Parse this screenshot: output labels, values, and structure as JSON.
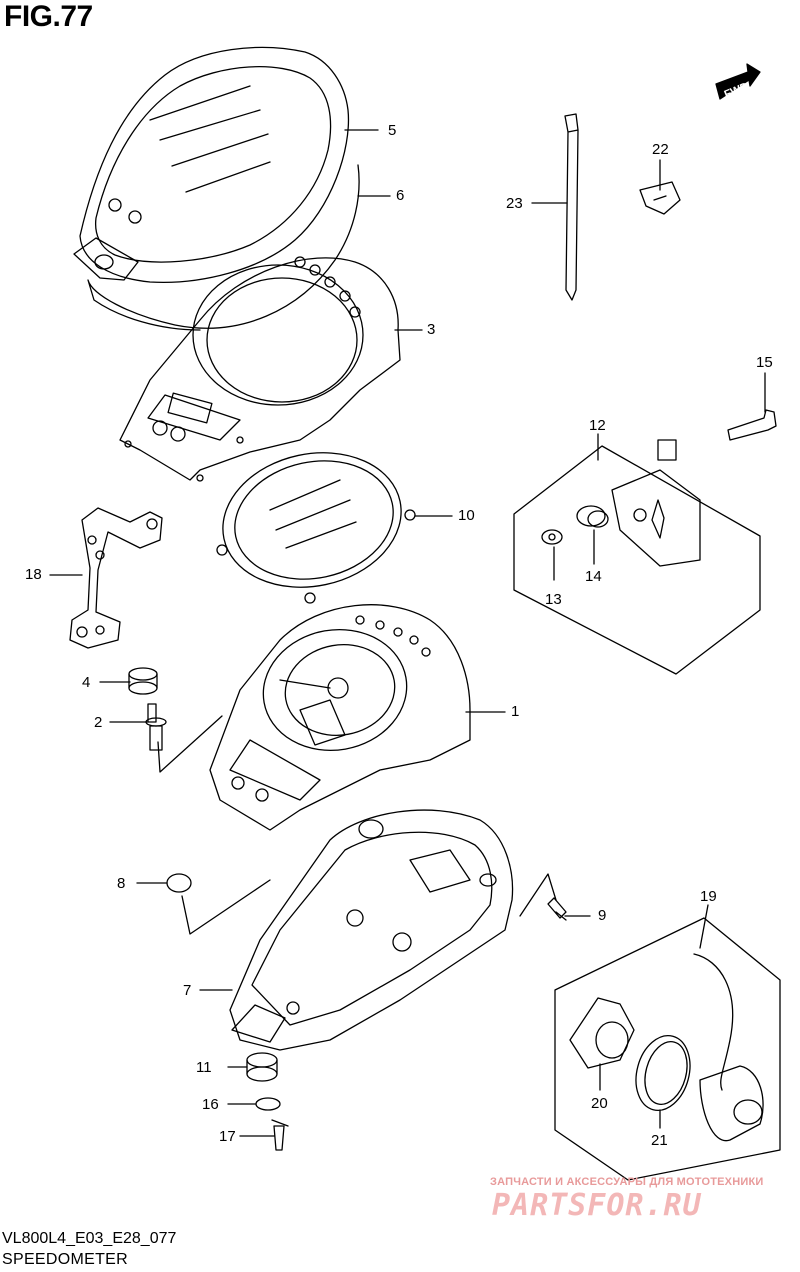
{
  "figure_title": "FIG.77",
  "direction_badge": "FWD",
  "callouts": [
    {
      "id": "c1",
      "text": "1"
    },
    {
      "id": "c2",
      "text": "2"
    },
    {
      "id": "c3",
      "text": "3"
    },
    {
      "id": "c4",
      "text": "4"
    },
    {
      "id": "c5",
      "text": "5"
    },
    {
      "id": "c6",
      "text": "6"
    },
    {
      "id": "c7",
      "text": "7"
    },
    {
      "id": "c8",
      "text": "8"
    },
    {
      "id": "c9",
      "text": "9"
    },
    {
      "id": "c10",
      "text": "10"
    },
    {
      "id": "c11",
      "text": "11"
    },
    {
      "id": "c12",
      "text": "12"
    },
    {
      "id": "c13",
      "text": "13"
    },
    {
      "id": "c14",
      "text": "14"
    },
    {
      "id": "c15",
      "text": "15"
    },
    {
      "id": "c16",
      "text": "16"
    },
    {
      "id": "c17",
      "text": "17"
    },
    {
      "id": "c18",
      "text": "18"
    },
    {
      "id": "c19",
      "text": "19"
    },
    {
      "id": "c20",
      "text": "20"
    },
    {
      "id": "c21",
      "text": "21"
    },
    {
      "id": "c22",
      "text": "22"
    },
    {
      "id": "c23",
      "text": "23"
    }
  ],
  "footer": {
    "code": "VL800L4_E03_E28_077",
    "title": "SPEEDOMETER"
  },
  "watermark": {
    "subtitle": "ЗАПЧАСТИ И АКСЕССУАРЫ ДЛЯ МОТОТЕХНИКИ",
    "brand": "PARTSFOR.RU"
  }
}
